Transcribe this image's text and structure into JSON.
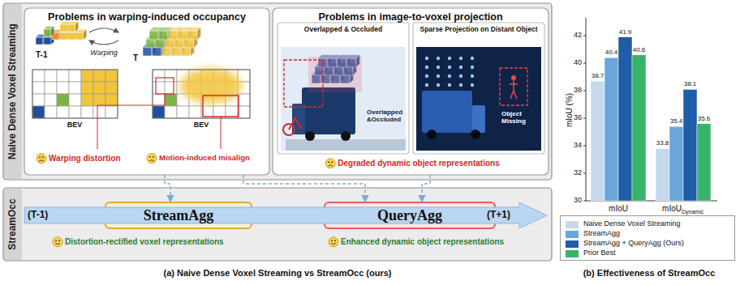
{
  "diagram": {
    "nodes": [
      {
        "text": [
          "Naive Dense Voxel Streaming"
        ]
      },
      {
        "text": [
          "Problems in warping-induced occupancy"
        ],
        "in": 0
      },
      {
        "text": [
          "Problems in image-to-voxel projection"
        ],
        "in": 0
      },
      {
        "text": [
          "Overlapped & Occluded"
        ],
        "in": 2
      },
      {
        "text": [
          "Sparse Projection on Distant Object"
        ],
        "in": 2
      },
      {
        "text": [
          "StreamOcc"
        ]
      },
      {
        "text": [
          "StreamAgg"
        ],
        "in": 5
      },
      {
        "text": [
          "QueryAgg"
        ],
        "in": 5
      }
    ],
    "edges": [
      {
        "from": 1,
        "to": 6,
        "arrow": "to"
      },
      {
        "from": 1,
        "to": 7,
        "arrow": "to"
      },
      {
        "from": 2,
        "to": 7,
        "arrow": "to"
      }
    ],
    "labels": [
      "T-1",
      "Warping",
      "T",
      "BEV",
      "BEV",
      "Warping distortion",
      "Motion-induced misalign",
      "Overlapped &Occluded",
      "Object Missing",
      "Degraded dynamic object representations",
      "(T-1)",
      "(T+1)",
      "Distortion-rectified voxel representations",
      "Enhanced dynamic object representations",
      "(a) Naive Dense Voxel Streaming vs StreamOcc (ours)",
      "(b) Effectiveness of StreamOcc",
      "mIoU (%)",
      "30",
      "32",
      "34",
      "36",
      "38",
      "40",
      "42",
      "mIoU",
      "mIoU",
      "Dynamic",
      "38.7",
      "40.4",
      "41.9",
      "40.6",
      "33.8",
      "35.4",
      "38.1",
      "35.6"
    ],
    "legend": [
      {
        "text": "Naive Dense Voxel Streaming",
        "color": "#c5d9ee"
      },
      {
        "text": "StreamAgg",
        "color": "#6aa6d8"
      },
      {
        "text": "StreamAgg + QueryAgg (Ours)",
        "color": "#1e5ea8"
      },
      {
        "text": "Prior Best",
        "color": "#37b36a"
      }
    ]
  }
}
